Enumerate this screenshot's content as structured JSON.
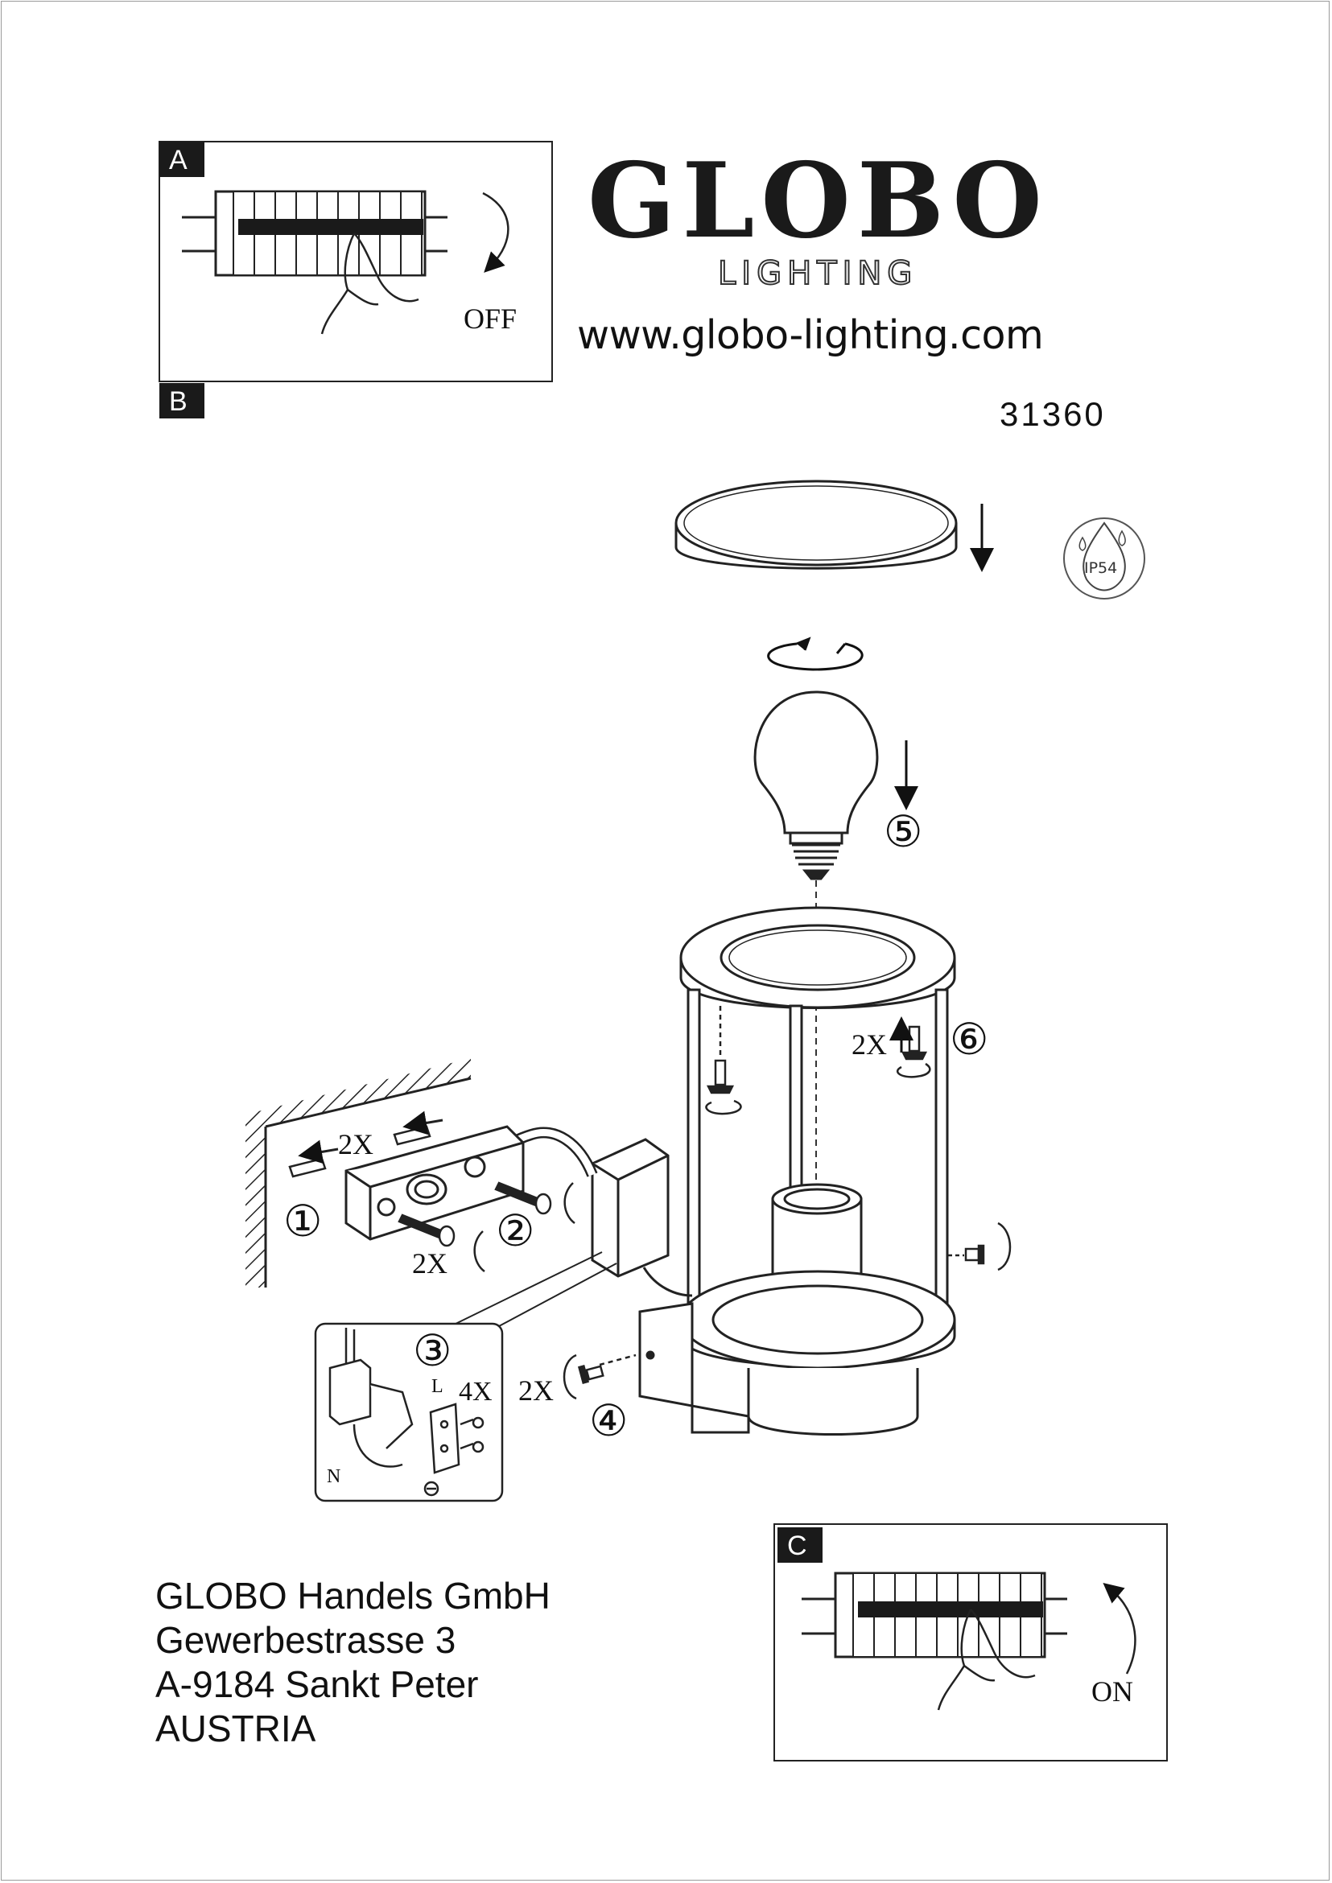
{
  "brand": {
    "name": "GLOBO",
    "subtitle": "LIGHTING",
    "website": "www.globo-lighting.com"
  },
  "product": {
    "model_number": "31360",
    "ip_rating": "IP54"
  },
  "panels": {
    "a": {
      "letter": "A",
      "switch_label": "OFF"
    },
    "b": {
      "letter": "B"
    },
    "c": {
      "letter": "C",
      "switch_label": "ON"
    }
  },
  "steps": {
    "s1": "①",
    "s2": "②",
    "s3": "③",
    "s4": "④",
    "s5": "⑤",
    "s6": "⑥"
  },
  "quantities": {
    "q_plugs": "2X",
    "q_screws": "2X",
    "q_wire_screws": "4X",
    "q_side_screws": "2X",
    "q_top_screws": "2X"
  },
  "wiring": {
    "live": "L",
    "neutral": "N"
  },
  "address": {
    "company": "GLOBO Handels GmbH",
    "street": "Gewerbestrasse 3",
    "city": "A-9184 Sankt Peter",
    "country": "AUSTRIA"
  }
}
